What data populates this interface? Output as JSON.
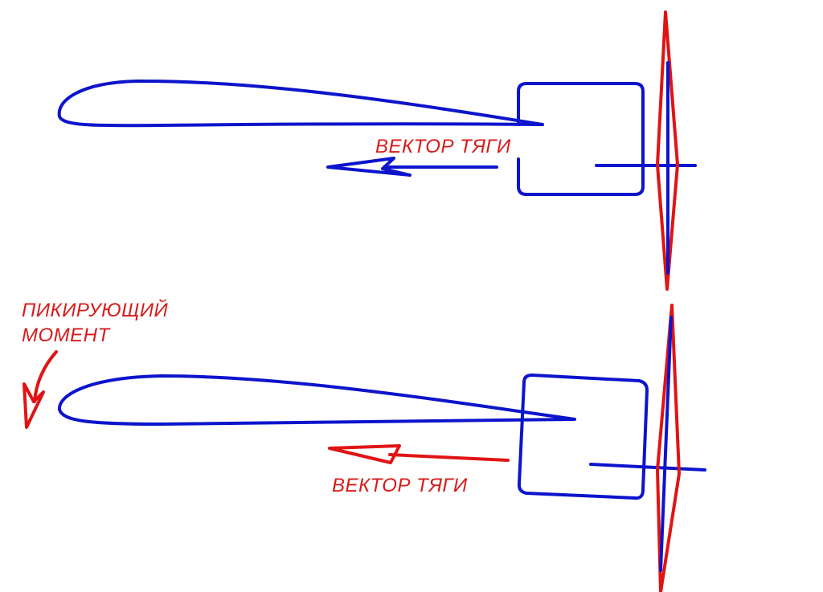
{
  "colors": {
    "blue": "#0c14cc",
    "red": "#e01414",
    "text_red": "#d81a1a"
  },
  "top_diagram": {
    "thrust_label": "ВЕКТОР ТЯГИ"
  },
  "bottom_diagram": {
    "thrust_label": "ВЕКТОР ТЯГИ",
    "moment_label_line1": "ПИКИРУЮЩИЙ",
    "moment_label_line2": "МОМЕНТ"
  }
}
